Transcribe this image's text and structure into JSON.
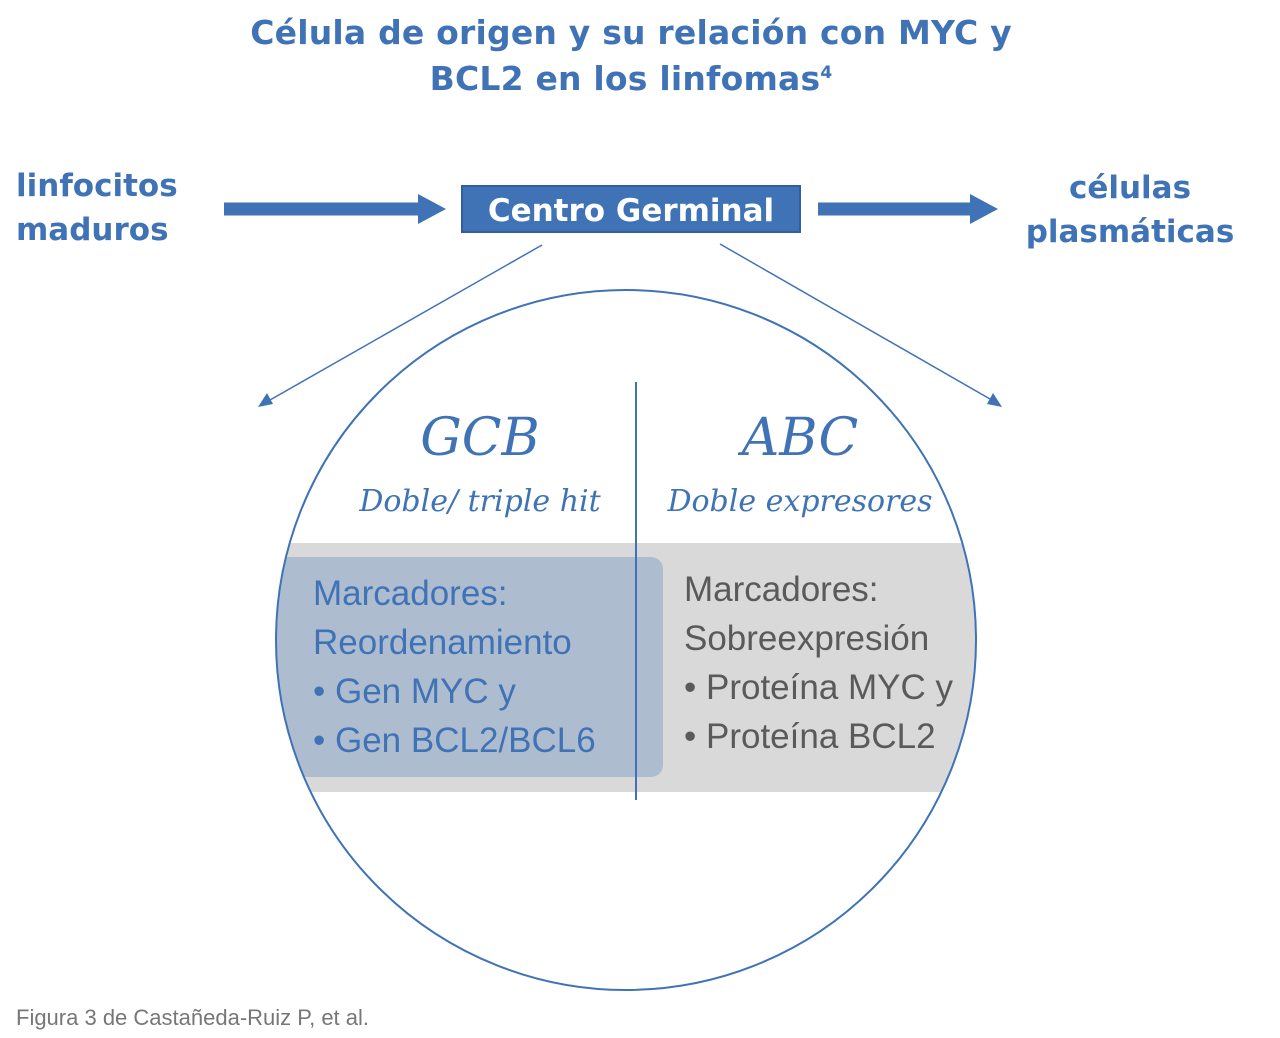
{
  "title": {
    "line1": "Célula de origen y su relación con MYC y",
    "line2": "BCL2 en los linfomas",
    "superscript": "4"
  },
  "flow": {
    "left_line1": "linfocitos",
    "left_line2": "maduros",
    "center": "Centro Germinal",
    "right_line1": "células",
    "right_line2": "plasmáticas"
  },
  "gcb": {
    "title": "GCB",
    "subtitle": "Doble/ triple hit",
    "markers": [
      "Marcadores:",
      "Reordenamiento",
      "• Gen MYC y",
      "• Gen BCL2/BCL6"
    ]
  },
  "abc": {
    "title": "ABC",
    "subtitle": "Doble expresores",
    "markers": [
      "Marcadores:",
      "Sobreexpresión",
      "• Proteína MYC y",
      "• Proteína BCL2"
    ]
  },
  "caption": "Figura 3 de Castañeda-Ruiz P, et al.",
  "colors": {
    "primary_blue": "#3f73b6",
    "gcb_panel": "#aebcd0",
    "abc_panel": "#d9d9d9",
    "marker_gray": "#5a5a5a"
  }
}
